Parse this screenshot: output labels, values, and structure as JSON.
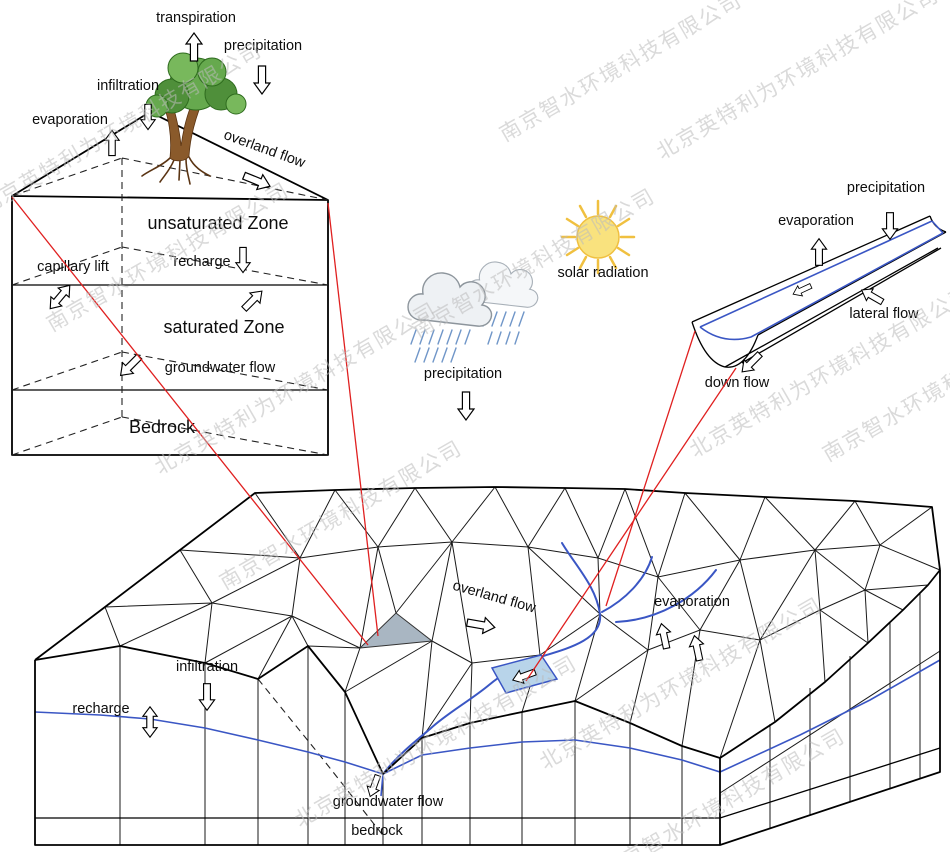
{
  "diagram": {
    "soil_column": {
      "transpiration": "transpiration",
      "precipitation": "precipitation",
      "infiltration": "infiltration",
      "evaporation": "evaporation",
      "overland_flow": "overland flow",
      "unsaturated_zone": "unsaturated Zone",
      "capillary_lift": "capillary lift",
      "recharge": "recharge",
      "saturated_zone": "saturated Zone",
      "groundwater_flow": "groundwater flow",
      "bedrock": "Bedrock"
    },
    "sky": {
      "solar_radiation": "solar radiation",
      "precipitation": "precipitation"
    },
    "channel": {
      "precipitation": "precipitation",
      "evaporation": "evaporation",
      "lateral_flow": "lateral flow",
      "down_flow": "down flow"
    },
    "terrain": {
      "overland_flow": "overland flow",
      "evaporation": "evaporation",
      "infiltration": "infiltration",
      "recharge": "recharge",
      "groundwater_flow": "groundwater flow",
      "bedrock": "bedrock"
    }
  },
  "watermarks": {
    "company_beijing": "北京英特利为环境科技有限公司",
    "company_nanjing": "南京智水环境科技有限公司"
  },
  "colors": {
    "leader_red": "#e02020",
    "water_blue": "#3a56c4",
    "reach_fill": "#b8d4ea",
    "sun_yellow": "#f9e27e",
    "sun_ray": "#f0c040",
    "triangle_fill": "#a9b6c2",
    "watermark_gray": "#bcbcbc"
  }
}
